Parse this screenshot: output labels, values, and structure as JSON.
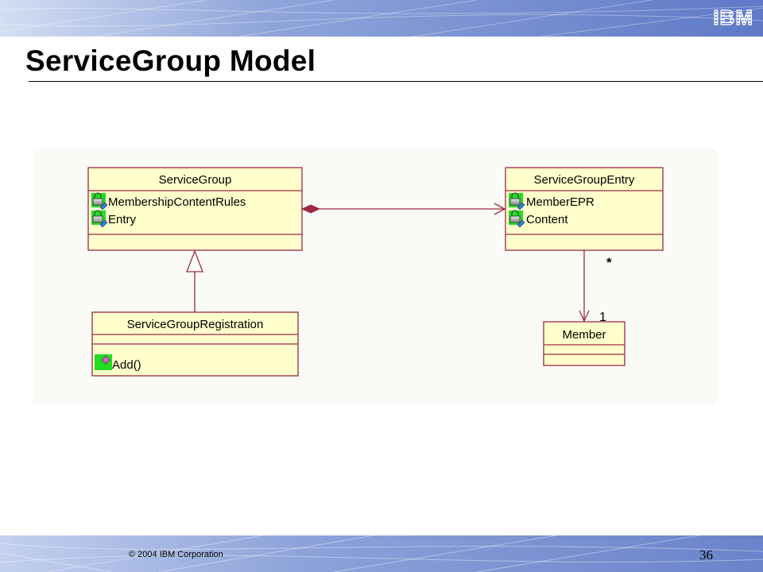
{
  "header": {
    "logo_text": "IBM"
  },
  "slide": {
    "title": "ServiceGroup Model"
  },
  "diagram": {
    "classes": {
      "service_group": {
        "name": "ServiceGroup",
        "attributes": [
          "MembershipContentRules",
          "Entry"
        ],
        "operations": []
      },
      "service_group_entry": {
        "name": "ServiceGroupEntry",
        "attributes": [
          "MemberEPR",
          "Content"
        ],
        "operations": []
      },
      "service_group_registration": {
        "name": "ServiceGroupRegistration",
        "attributes": [],
        "operations": [
          "Add()"
        ]
      },
      "member": {
        "name": "Member",
        "attributes": [],
        "operations": []
      }
    },
    "relationships": {
      "composition": {
        "from": "ServiceGroup",
        "to": "ServiceGroupEntry",
        "kind": "composition"
      },
      "generalization": {
        "from": "ServiceGroupRegistration",
        "to": "ServiceGroup",
        "kind": "generalization"
      },
      "association": {
        "from": "ServiceGroupEntry",
        "to": "Member",
        "kind": "association",
        "source_multiplicity": "*",
        "target_multiplicity": "1"
      }
    },
    "colors": {
      "class_fill": "#ffffcc",
      "class_border": "#9b2a44",
      "line": "#9b2a44",
      "icon_green": "#22dd22",
      "operation_icon": "#cc66cc"
    }
  },
  "footer": {
    "copyright": "© 2004 IBM Corporation",
    "page_number": "36"
  }
}
